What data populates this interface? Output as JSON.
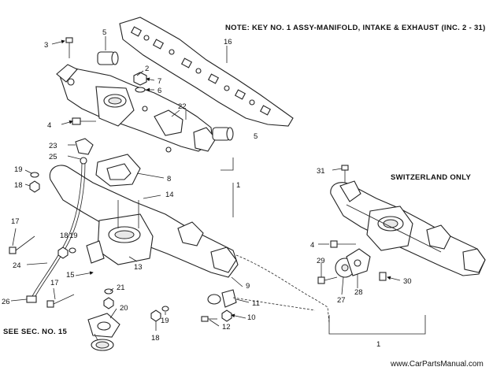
{
  "note": "NOTE: KEY NO. 1 ASSY-MANIFOLD, INTAKE & EXHAUST (INC. 2 - 31)",
  "region_label": "SWITZERLAND ONLY",
  "see_sec": "SEE SEC. NO. 15",
  "watermark": "www.CarPartsManual.com",
  "callouts": {
    "c3": "3",
    "c5a": "5",
    "c16": "16",
    "c2": "2",
    "c7": "7",
    "c6": "6",
    "c22": "22",
    "c4a": "4",
    "c5b": "5",
    "c23": "23",
    "c25": "25",
    "c8": "8",
    "c1a": "1",
    "c19a": "19",
    "c18a": "18",
    "c14": "14",
    "c17a": "17",
    "c18b": "18",
    "c19b": "19",
    "c24": "24",
    "c15": "15",
    "c13": "13",
    "c9": "9",
    "c21": "21",
    "c26": "26",
    "c17b": "17",
    "c11": "11",
    "c20": "20",
    "c10": "10",
    "c12": "12",
    "c19c": "19",
    "c18c": "18",
    "c31": "31",
    "c4b": "4",
    "c29": "29",
    "c27": "27",
    "c28": "28",
    "c30": "30",
    "c1b": "1"
  }
}
